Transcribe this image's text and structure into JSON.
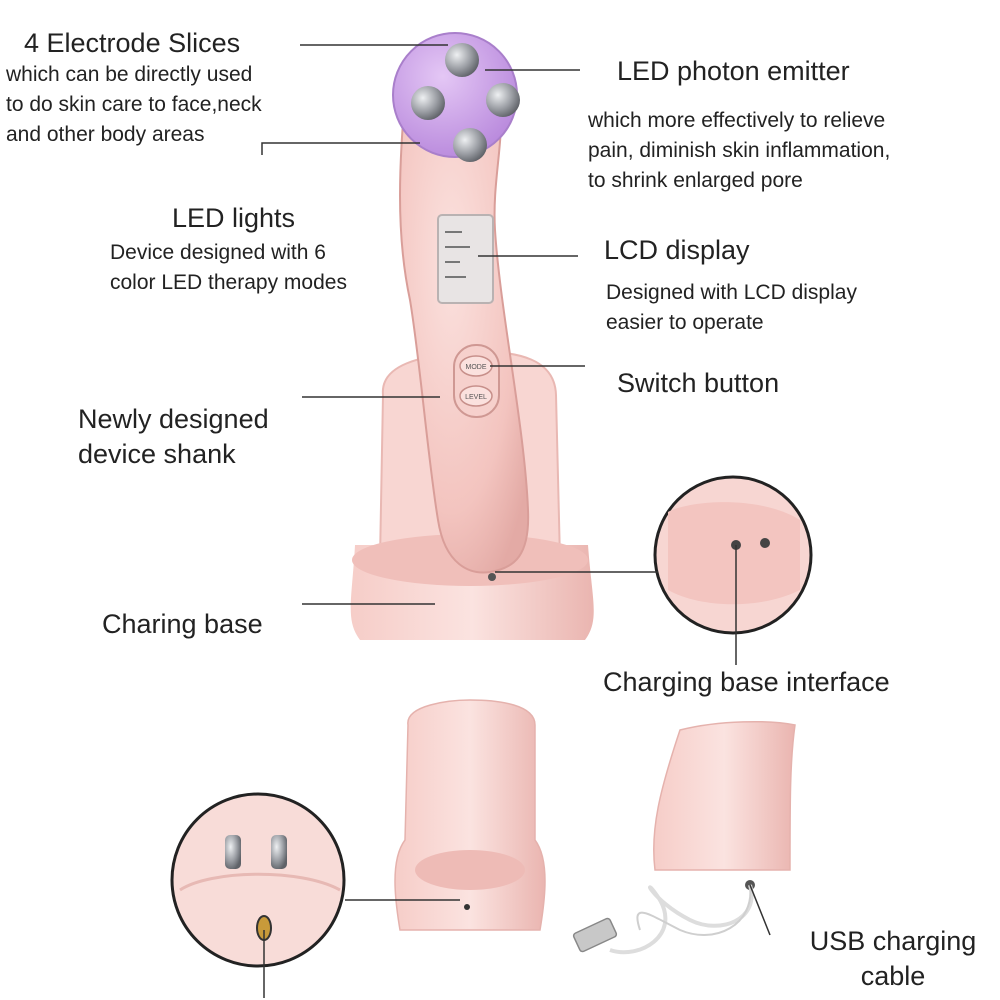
{
  "labels": {
    "electrode": {
      "title": "4 Electrode Slices",
      "desc": [
        "which can be directly used",
        "to do skin care to face,neck",
        "and other body areas"
      ]
    },
    "photon": {
      "title": "LED photon emitter",
      "desc": [
        "which more effectively to relieve",
        "pain, diminish skin inflammation,",
        "to shrink enlarged pore"
      ]
    },
    "led_lights": {
      "title": "LED lights",
      "desc": [
        "Device designed with 6",
        "color LED therapy modes"
      ]
    },
    "lcd": {
      "title": "LCD display",
      "desc": [
        "Designed with LCD display",
        "easier to operate"
      ]
    },
    "switch": {
      "title": "Switch button"
    },
    "shank": {
      "title": [
        "Newly designed",
        "device shank"
      ]
    },
    "base": {
      "title": "Charing base"
    },
    "base_interface": {
      "title": "Charging base interface"
    },
    "usb": {
      "title": [
        "USB charging",
        "cable"
      ]
    }
  },
  "device": {
    "button_upper": "MODE",
    "button_lower": "LEVEL"
  },
  "colors": {
    "device_pink": "#f4c7c3",
    "device_pink_dark": "#e2a9a4",
    "electrode_purple": "#c79be6",
    "electrode_steel": "#8a8d93",
    "leader_line": "#333333"
  }
}
